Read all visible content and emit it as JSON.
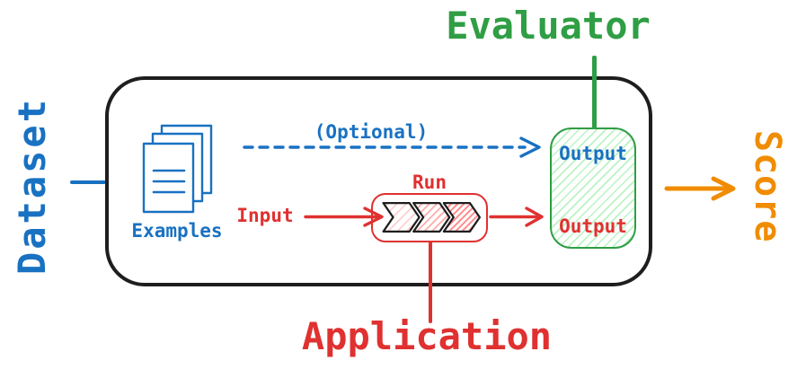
{
  "diagram": {
    "outer_labels": {
      "dataset": "Dataset",
      "evaluator": "Evaluator",
      "score": "Score",
      "application": "Application"
    },
    "pipeline_box": {
      "examples_label": "Examples",
      "optional_label": "(Optional)",
      "input_label": "Input",
      "run_label": "Run",
      "evaluator_output_box": {
        "reference_output_label": "Output",
        "run_output_label": "Output"
      }
    },
    "icons": {
      "examples_icon": "stacked-documents",
      "run_icon": "process-chevrons",
      "optional_arrow": "dashed-right-arrow",
      "input_arrow": "right-arrow",
      "run_output_arrow": "right-arrow",
      "score_arrow": "right-arrow"
    },
    "colors": {
      "blue": "#1971c2",
      "red": "#e03131",
      "green": "#2f9e44",
      "orange": "#f08c00",
      "ink": "#1e1e1e",
      "green_hatch": "#b2f2bb",
      "chevron_hatch_1": "#ffc9c9",
      "chevron_hatch_2": "#ffa8a8",
      "chevron_hatch_3": "#ff8787"
    }
  }
}
